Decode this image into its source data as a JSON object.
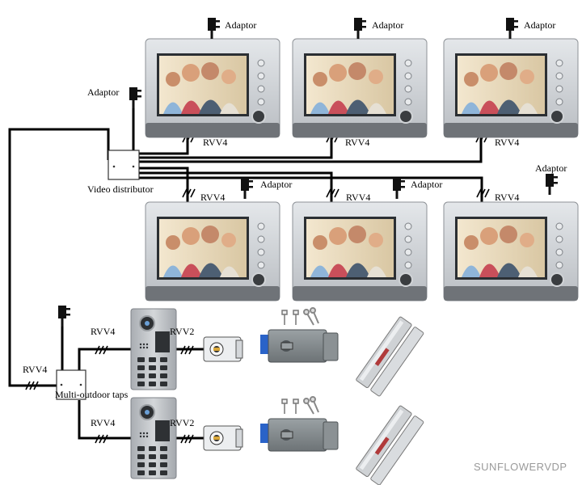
{
  "labels": {
    "adaptor": "Adaptor",
    "rvv4": "RVV4",
    "rvv2": "RVV2",
    "video_distributor": "Video distributor",
    "multi_outdoor_taps": "Multi-outdoor taps"
  },
  "watermark": "SUNFLOWERVDP",
  "colors": {
    "monitor_frame": "#c9cdd2",
    "monitor_base": "#6f7378",
    "screen_bg": "#e9d9b8",
    "wire": "#000000",
    "lock_blue": "#2a63c8",
    "panel_metal": "#bfc3c7"
  }
}
